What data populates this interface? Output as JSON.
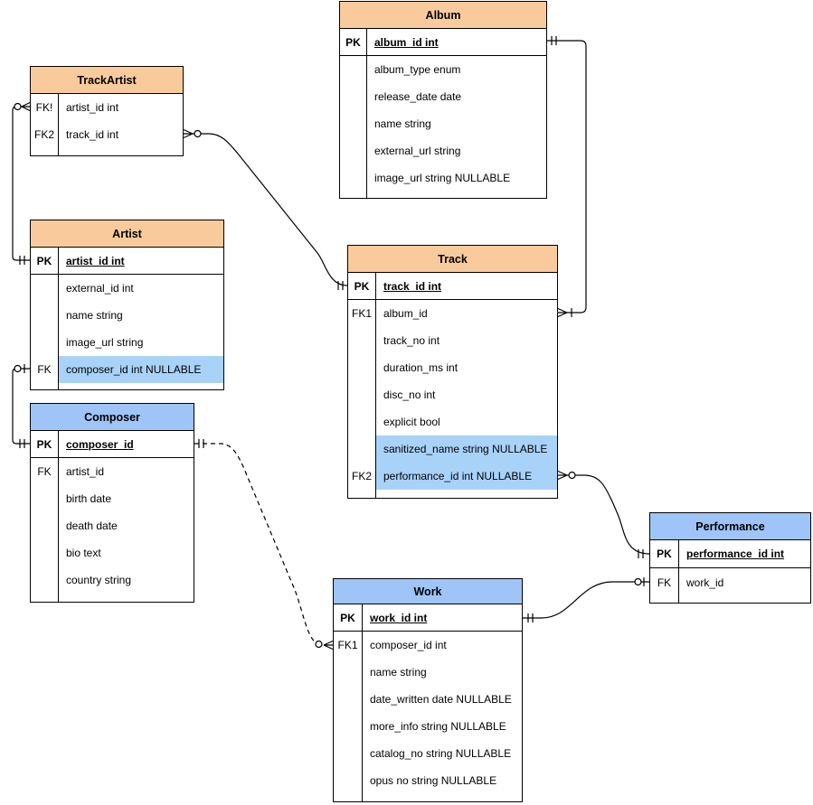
{
  "colors": {
    "orange_header": "#F9CB9C",
    "blue_header": "#9FC5F8",
    "highlight_row": "#A9D2F9",
    "border": "#000000",
    "background": "#FFFFFF"
  },
  "entities": [
    {
      "name": "Album",
      "header_color": "orange",
      "rows": [
        {
          "key": "PK",
          "label": "album_id int",
          "pk": true,
          "highlight": false
        },
        {
          "key": "",
          "label": "album_type enum",
          "pk": false,
          "highlight": false
        },
        {
          "key": "",
          "label": "release_date date",
          "pk": false,
          "highlight": false
        },
        {
          "key": "",
          "label": "name string",
          "pk": false,
          "highlight": false
        },
        {
          "key": "",
          "label": "external_url string",
          "pk": false,
          "highlight": false
        },
        {
          "key": "",
          "label": "image_url string NULLABLE",
          "pk": false,
          "highlight": false
        }
      ]
    },
    {
      "name": "TrackArtist",
      "header_color": "orange",
      "rows": [
        {
          "key": "FK!",
          "label": "artist_id int",
          "pk": false,
          "highlight": false
        },
        {
          "key": "FK2",
          "label": "track_id int",
          "pk": false,
          "highlight": false
        }
      ]
    },
    {
      "name": "Artist",
      "header_color": "orange",
      "rows": [
        {
          "key": "PK",
          "label": "artist_id int",
          "pk": true,
          "highlight": false
        },
        {
          "key": "",
          "label": "external_id int",
          "pk": false,
          "highlight": false
        },
        {
          "key": "",
          "label": "name string",
          "pk": false,
          "highlight": false
        },
        {
          "key": "",
          "label": "image_url string",
          "pk": false,
          "highlight": false
        },
        {
          "key": "FK",
          "label": "composer_id int NULLABLE",
          "pk": false,
          "highlight": true
        }
      ]
    },
    {
      "name": "Composer",
      "header_color": "blue",
      "rows": [
        {
          "key": "PK",
          "label": "composer_id",
          "pk": true,
          "highlight": false
        },
        {
          "key": "FK",
          "label": "artist_id",
          "pk": false,
          "highlight": false
        },
        {
          "key": "",
          "label": "birth date",
          "pk": false,
          "highlight": false
        },
        {
          "key": "",
          "label": "death date",
          "pk": false,
          "highlight": false
        },
        {
          "key": "",
          "label": "bio text",
          "pk": false,
          "highlight": false
        },
        {
          "key": "",
          "label": "country string",
          "pk": false,
          "highlight": false
        }
      ]
    },
    {
      "name": "Track",
      "header_color": "orange",
      "rows": [
        {
          "key": "PK",
          "label": "track_id int",
          "pk": true,
          "highlight": false
        },
        {
          "key": "FK1",
          "label": "album_id",
          "pk": false,
          "highlight": false
        },
        {
          "key": "",
          "label": "track_no int",
          "pk": false,
          "highlight": false
        },
        {
          "key": "",
          "label": "duration_ms int",
          "pk": false,
          "highlight": false
        },
        {
          "key": "",
          "label": "disc_no int",
          "pk": false,
          "highlight": false
        },
        {
          "key": "",
          "label": "explicit bool",
          "pk": false,
          "highlight": false
        },
        {
          "key": "",
          "label": "sanitized_name string NULLABLE",
          "pk": false,
          "highlight": true
        },
        {
          "key": "FK2",
          "label": "performance_id int NULLABLE",
          "pk": false,
          "highlight": true
        }
      ]
    },
    {
      "name": "Performance",
      "header_color": "blue",
      "rows": [
        {
          "key": "PK",
          "label": "performance_id int",
          "pk": true,
          "highlight": false
        },
        {
          "key": "FK",
          "label": "work_id",
          "pk": false,
          "highlight": false
        }
      ]
    },
    {
      "name": "Work",
      "header_color": "blue",
      "rows": [
        {
          "key": "PK",
          "label": "work_id int",
          "pk": true,
          "highlight": false
        },
        {
          "key": "FK1",
          "label": "composer_id int",
          "pk": false,
          "highlight": false
        },
        {
          "key": "",
          "label": "name string",
          "pk": false,
          "highlight": false
        },
        {
          "key": "",
          "label": "date_written date NULLABLE",
          "pk": false,
          "highlight": false
        },
        {
          "key": "",
          "label": "more_info string NULLABLE",
          "pk": false,
          "highlight": false
        },
        {
          "key": "",
          "label": "catalog_no string NULLABLE",
          "pk": false,
          "highlight": false
        },
        {
          "key": "",
          "label": "opus no string NULLABLE",
          "pk": false,
          "highlight": false
        }
      ]
    }
  ],
  "relationships": [
    {
      "from": "TrackArtist.artist_id",
      "to": "Artist.artist_id",
      "from_cardinality": "zero-or-many",
      "to_cardinality": "exactly-one",
      "style": "solid"
    },
    {
      "from": "TrackArtist.track_id",
      "to": "Track.track_id",
      "from_cardinality": "zero-or-many",
      "to_cardinality": "exactly-one",
      "style": "solid"
    },
    {
      "from": "Album.album_id",
      "to": "Track.album_id",
      "from_cardinality": "exactly-one",
      "to_cardinality": "one-or-many",
      "style": "solid"
    },
    {
      "from": "Artist.composer_id",
      "to": "Composer.composer_id",
      "from_cardinality": "zero-or-one",
      "to_cardinality": "exactly-one",
      "style": "solid"
    },
    {
      "from": "Composer.composer_id",
      "to": "Work.composer_id",
      "from_cardinality": "exactly-one",
      "to_cardinality": "zero-or-many",
      "style": "dashed"
    },
    {
      "from": "Track.performance_id",
      "to": "Performance.performance_id",
      "from_cardinality": "zero-or-many",
      "to_cardinality": "exactly-one",
      "style": "solid"
    },
    {
      "from": "Performance.work_id",
      "to": "Work.work_id",
      "from_cardinality": "zero-or-one",
      "to_cardinality": "exactly-one",
      "style": "solid"
    }
  ]
}
